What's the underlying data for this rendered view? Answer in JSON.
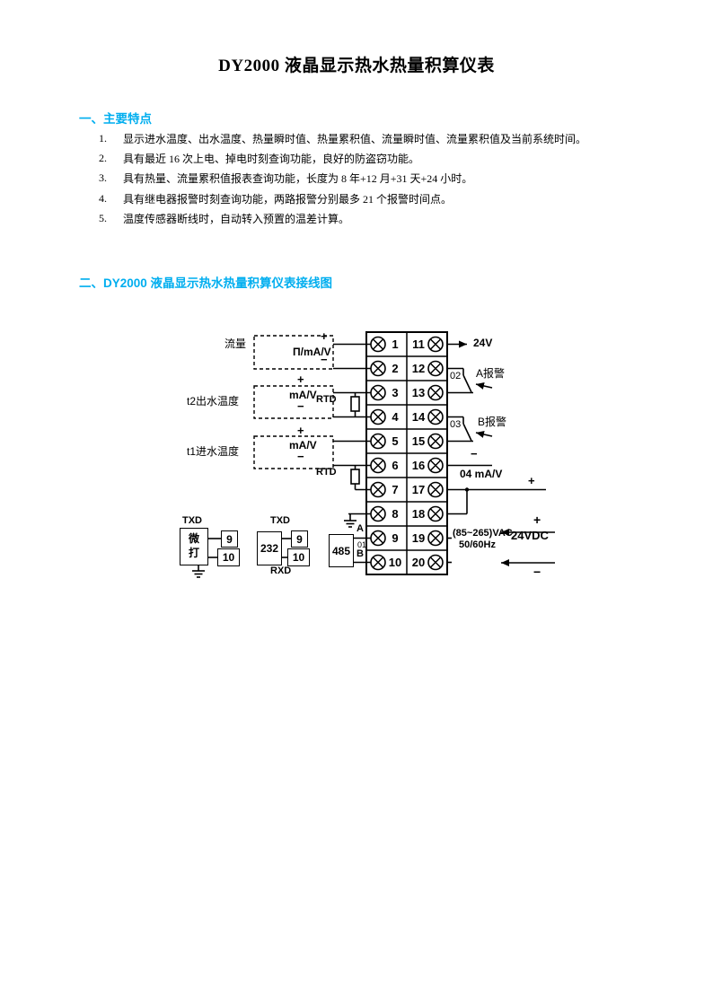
{
  "page_title": "DY2000 液晶显示热水热量积算仪表",
  "section1": {
    "heading": "一、主要特点",
    "items": [
      {
        "num": "1.",
        "text": "显示进水温度、出水温度、热量瞬时值、热量累积值、流量瞬时值、流量累积值及当前系统时间。"
      },
      {
        "num": "2.",
        "text": "具有最近 16 次上电、掉电时刻查询功能，良好的防盗窃功能。"
      },
      {
        "num": "3.",
        "text": "具有热量、流量累积值报表查询功能，长度为 8 年+12 月+31 天+24 小时。"
      },
      {
        "num": "4.",
        "text": "具有继电器报警时刻查询功能，两路报警分别最多 21 个报警时间点。"
      },
      {
        "num": "5.",
        "text": "温度传感器断线时，自动转入预置的温差计算。"
      }
    ]
  },
  "section2": {
    "heading": "二、DY2000 液晶显示热水热量积算仪表接线图"
  },
  "diagram": {
    "terminal_block": {
      "rows": [
        {
          "left": "1",
          "right": "11"
        },
        {
          "left": "2",
          "right": "12"
        },
        {
          "left": "3",
          "right": "13"
        },
        {
          "left": "4",
          "right": "14"
        },
        {
          "left": "5",
          "right": "15"
        },
        {
          "left": "6",
          "right": "16"
        },
        {
          "left": "7",
          "right": "17"
        },
        {
          "left": "8",
          "right": "18"
        },
        {
          "left": "9",
          "right": "19"
        },
        {
          "left": "10",
          "right": "20"
        }
      ]
    },
    "flow": {
      "label": "流量",
      "signal": "Π/mA/V",
      "plus": "+",
      "minus": "−"
    },
    "t2": {
      "label": "t2出水温度",
      "signal": "mA/V",
      "plus": "+",
      "minus": "−",
      "rtd": "RTD"
    },
    "t1": {
      "label": "t1进水温度",
      "signal": "mA/V",
      "plus": "+",
      "minus": "−",
      "rtd": "RTD"
    },
    "printer": {
      "label": "微打",
      "txd": "TXD",
      "port9": "9",
      "port10": "10"
    },
    "rs232": {
      "label": "232",
      "txd": "TXD",
      "rxd": "RXD",
      "port9": "9",
      "port10": "10"
    },
    "rs485": {
      "label": "485",
      "line_a": "A",
      "line_b": "B",
      "code": "01"
    },
    "right": {
      "v24": "24V",
      "alarm_a_code": "02",
      "alarm_a": "A报警",
      "alarm_b_code": "03",
      "alarm_b": "B报警",
      "out_minus": "−",
      "out_label": "04 mA/V",
      "out_plus": "+",
      "vac": "(85~265)VAC",
      "hz": "50/60Hz",
      "vdc_plus": "+",
      "vdc": "24VDC",
      "vdc_minus": "−"
    }
  }
}
